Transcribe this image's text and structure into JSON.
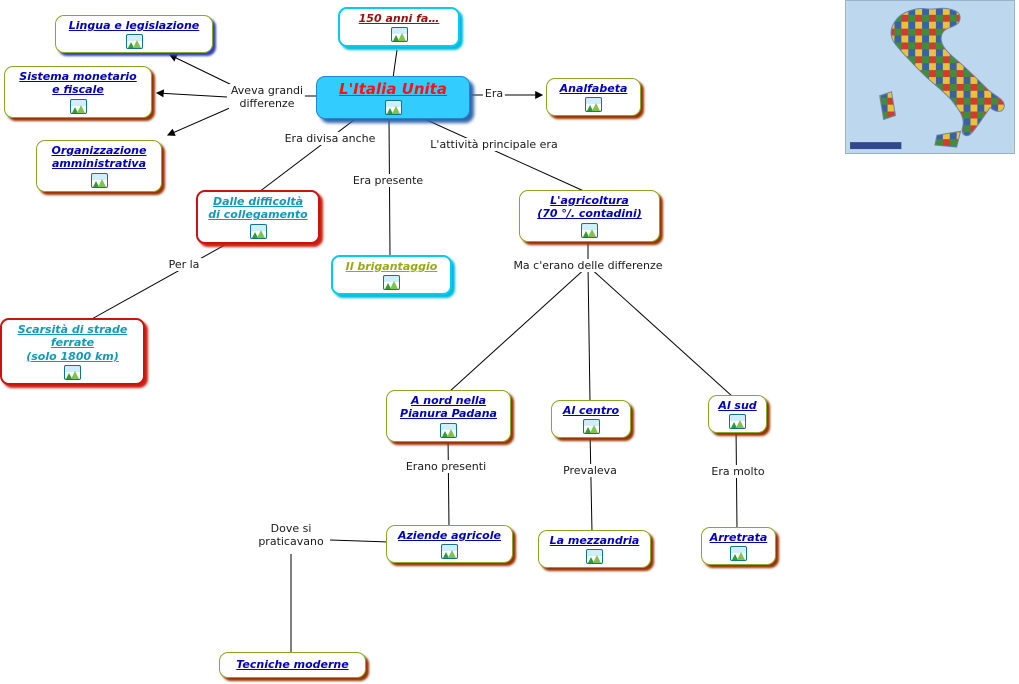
{
  "title": "L'Italia Unita",
  "nodes": {
    "anni150": {
      "label": "150 anni fa…"
    },
    "italia_unita": {
      "label": "L'Italia Unita"
    },
    "lingua": {
      "label": "Lingua e legislazione"
    },
    "sistema": {
      "label": "Sistema monetario\ne fiscale"
    },
    "organizzazione": {
      "label": "Organizzazione\namministrativa"
    },
    "analfabeta": {
      "label": "Analfabeta"
    },
    "difficolta": {
      "label": "Dalle difficoltà\ndi collegamento"
    },
    "brigantaggio": {
      "label": "Il brigantaggio"
    },
    "agricoltura": {
      "label": "L'agricoltura\n(70 °/. contadini)"
    },
    "scarsita": {
      "label": "Scarsità di strade\nferrate\n(solo 1800 km)"
    },
    "nord": {
      "label": "A nord nella\nPianura Padana"
    },
    "centro": {
      "label": "Al centro"
    },
    "sud": {
      "label": "Al sud"
    },
    "aziende": {
      "label": "Aziende agricole"
    },
    "mezzandria": {
      "label": "La mezzandria"
    },
    "arretrata": {
      "label": "Arretrata"
    },
    "tecniche": {
      "label": "Tecniche moderne"
    }
  },
  "links": {
    "aveva": "Aveva grandi\ndifferenze",
    "era": "Era",
    "era_divisa": "Era divisa anche",
    "attivita": "L'attività principale era",
    "era_presente": "Era presente",
    "per_la": "Per la",
    "ma_cerano": "Ma c'erano delle differenze",
    "erano_presenti": "Erano presenti",
    "prevaleva": "Prevaleva",
    "era_molto": "Era molto",
    "dove_si": "Dove si\npraticavano"
  },
  "icons": {
    "picture_resource_icon": "picture-icon"
  },
  "colors": {
    "main_node_bg": "#33CCFF",
    "main_node_text": "#FF1111",
    "node_text_blue": "#0000BB",
    "node_text_teal": "#1199BB",
    "node_text_olive": "#99AA11",
    "node_text_darkred": "#991111",
    "border_green": "#88AA22",
    "border_red": "#CC1111",
    "border_cyan": "#00CCEE",
    "shadow_brown": "#993300",
    "line_color": "#000000"
  }
}
